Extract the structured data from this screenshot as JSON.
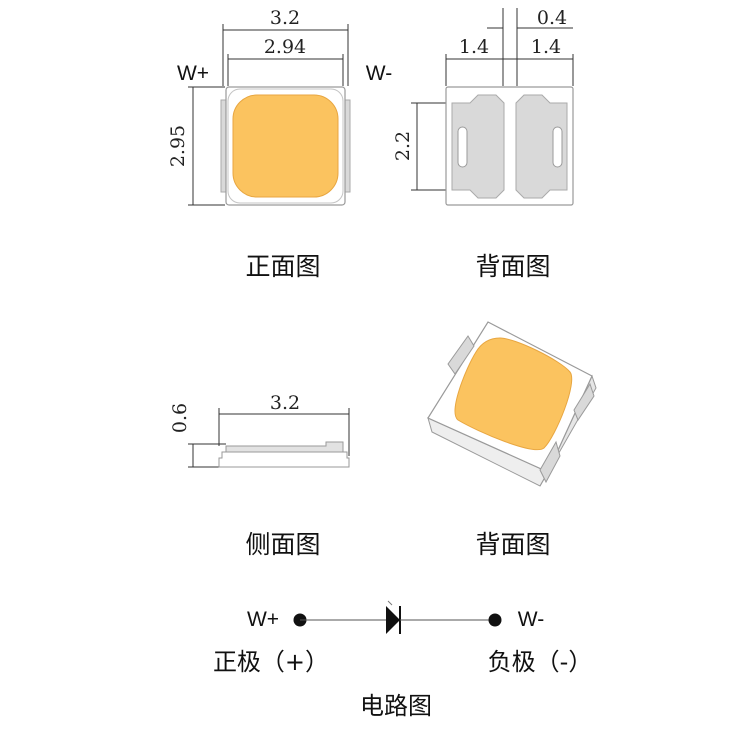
{
  "front_view": {
    "caption": "正面图",
    "width_outer": "3.2",
    "width_inner": "2.94",
    "height": "2.95",
    "pin_left": "W+",
    "pin_right": "W-"
  },
  "back_view": {
    "caption": "背面图",
    "gap": "0.4",
    "pad_left_width": "1.4",
    "pad_right_width": "1.4",
    "pad_height": "2.2"
  },
  "side_view": {
    "caption": "侧面图",
    "length": "3.2",
    "thickness": "0.6"
  },
  "iso_view": {
    "caption": "背面图"
  },
  "circuit": {
    "title": "电路图",
    "anode_pin": "W+",
    "cathode_pin": "W-",
    "anode_label": "正极（+）",
    "cathode_label": "负极（-）"
  },
  "colors": {
    "lens": "#fbc35f",
    "pad": "#d9d9d9",
    "outline": "#9a9a9a"
  }
}
